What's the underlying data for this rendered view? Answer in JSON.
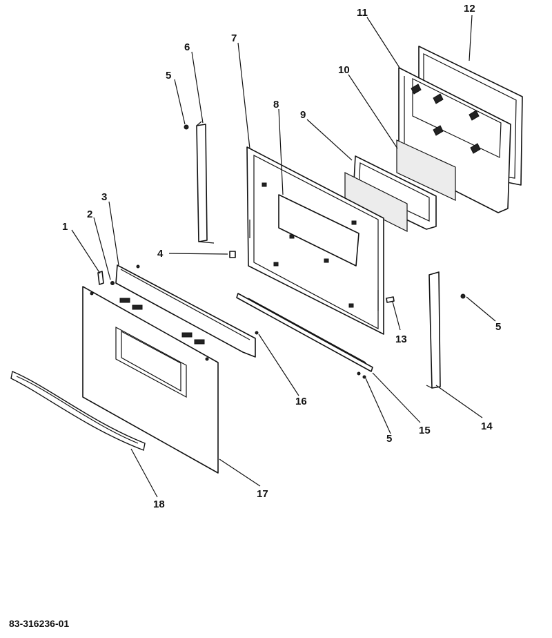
{
  "diagram": {
    "callouts": [
      {
        "id": "1",
        "text": "1"
      },
      {
        "id": "2",
        "text": "2"
      },
      {
        "id": "3",
        "text": "3"
      },
      {
        "id": "4",
        "text": "4"
      },
      {
        "id": "5a",
        "text": "5"
      },
      {
        "id": "5b",
        "text": "5"
      },
      {
        "id": "5c",
        "text": "5"
      },
      {
        "id": "6",
        "text": "6"
      },
      {
        "id": "7",
        "text": "7"
      },
      {
        "id": "8",
        "text": "8"
      },
      {
        "id": "9",
        "text": "9"
      },
      {
        "id": "10",
        "text": "10"
      },
      {
        "id": "11",
        "text": "11"
      },
      {
        "id": "12",
        "text": "12"
      },
      {
        "id": "13",
        "text": "13"
      },
      {
        "id": "14",
        "text": "14"
      },
      {
        "id": "15",
        "text": "15"
      },
      {
        "id": "16",
        "text": "16"
      },
      {
        "id": "17",
        "text": "17"
      },
      {
        "id": "18",
        "text": "18"
      }
    ],
    "document_number": "83-316236-01"
  }
}
